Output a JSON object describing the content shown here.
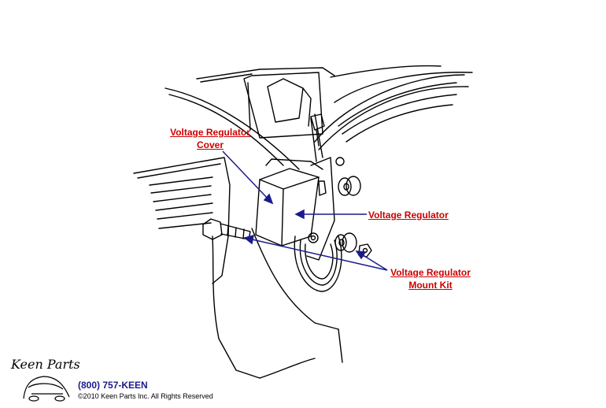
{
  "callouts": {
    "cover_line1": "Voltage Regulator",
    "cover_line2": "Cover",
    "regulator": "Voltage Regulator",
    "mount_line1": "Voltage Regulator",
    "mount_line2": "Mount Kit"
  },
  "footer": {
    "phone": "(800) 757-KEEN",
    "copyright": "©2010 Keen Parts Inc. All Rights Reserved"
  },
  "logo": {
    "text": "Keen Parts"
  },
  "colors": {
    "label": "#cc0000",
    "arrow": "#1a1a8c",
    "drawing": "#000000"
  }
}
